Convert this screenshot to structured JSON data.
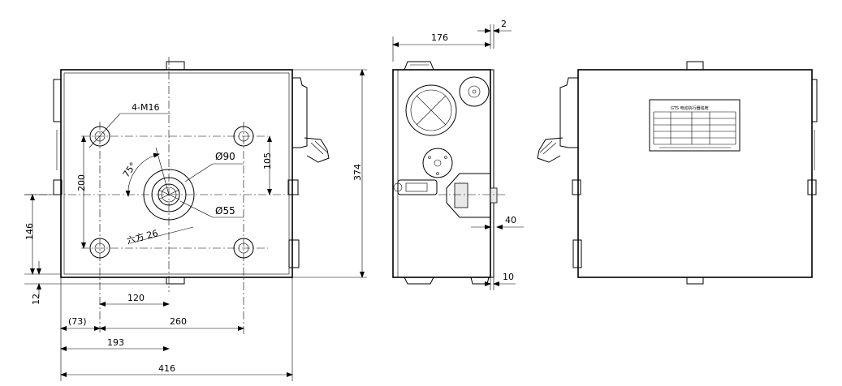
{
  "dimensions": {
    "d416": "416",
    "d193": "193",
    "d73": "(73)",
    "d260": "260",
    "d120": "120",
    "d146": "146",
    "d12": "12",
    "d200": "200",
    "d105": "105",
    "d374": "374",
    "d176": "176",
    "d2": "2",
    "d40": "40",
    "d10": "10"
  },
  "callouts": {
    "bolts": "4-M16",
    "dia90": "Ø90",
    "dia55": "Ø55",
    "hex": "六方 26",
    "angle": "75°"
  },
  "nameplate": {
    "title": "GTS 电动执行器铭牌"
  }
}
